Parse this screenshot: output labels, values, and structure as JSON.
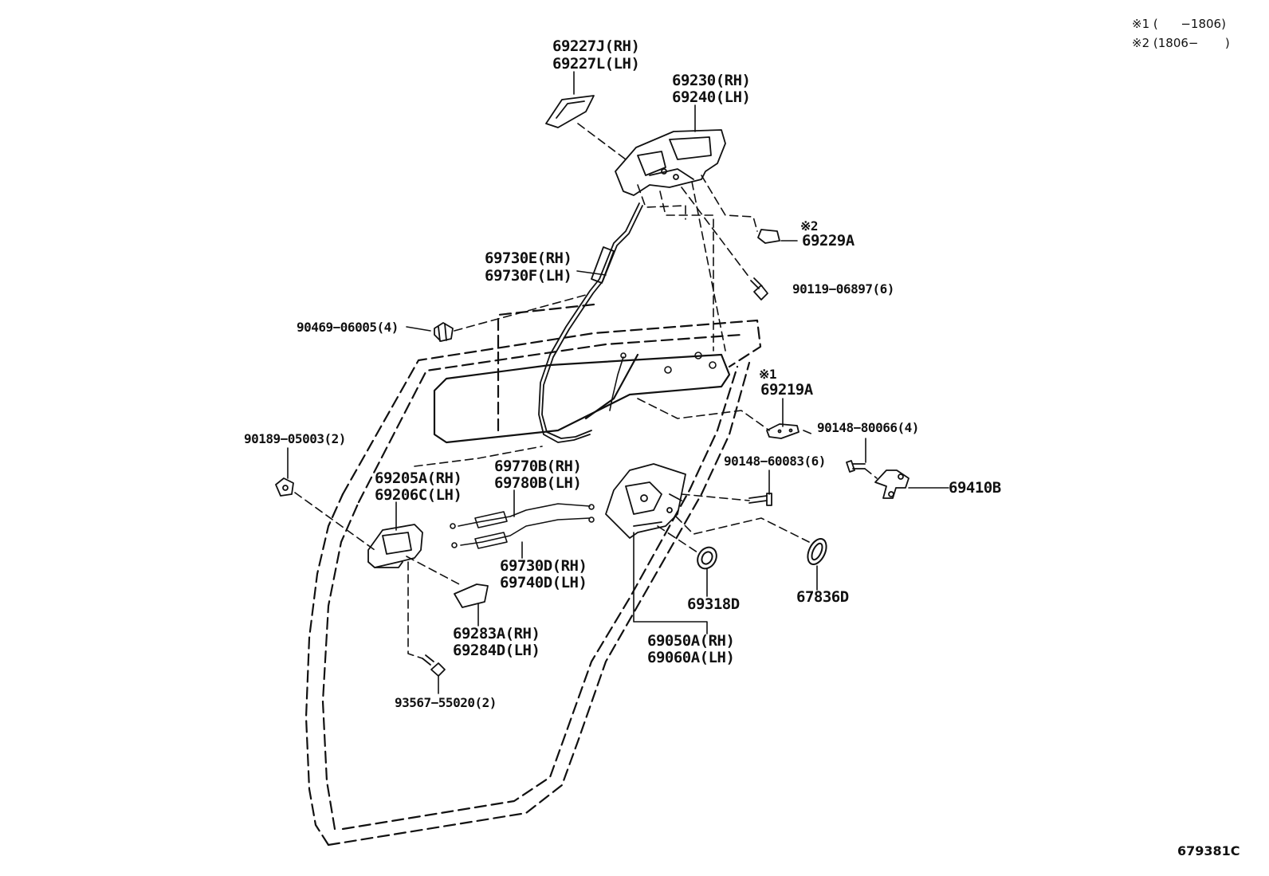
{
  "notes": {
    "n1": "※1 (      −1806)",
    "n2": "※2 (1806−       )"
  },
  "diagram_code": "679381C",
  "parts": {
    "p69227": [
      "69227J(RH)",
      "69227L(LH)"
    ],
    "p69230": [
      "69230(RH)",
      "69240(LH)"
    ],
    "p69229A_mark": "※2",
    "p69229A": "69229A",
    "p90119": "90119−06897(6)",
    "p69730EF": [
      "69730E(RH)",
      "69730F(LH)"
    ],
    "p90469": "90469−06005(4)",
    "p69219A_mark": "※1",
    "p69219A": "69219A",
    "p90148_80066": "90148−80066(4)",
    "p90189": "90189−05003(2)",
    "p90148_60083": "90148−60083(6)",
    "p69770": [
      "69770B(RH)",
      "69780B(LH)"
    ],
    "p69205": [
      "69205A(RH)",
      "69206C(LH)"
    ],
    "p69410B": "69410B",
    "p69730D": [
      "69730D(RH)",
      "69740D(LH)"
    ],
    "p67836D": "67836D",
    "p69318D": "69318D",
    "p69283": [
      "69283A(RH)",
      "69284D(LH)"
    ],
    "p69050": [
      "69050A(RH)",
      "69060A(LH)"
    ],
    "p93567": "93567−55020(2)"
  }
}
